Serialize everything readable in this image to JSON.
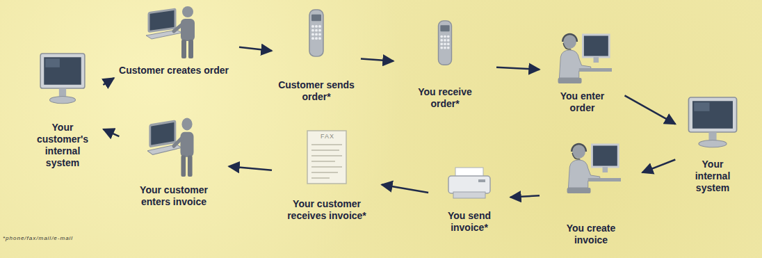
{
  "diagram": {
    "nodes": [
      {
        "text": [
          "Your customer's internal system"
        ]
      },
      {
        "text": [
          "Customer creates order"
        ]
      },
      {
        "text": [
          "Customer sends order*"
        ]
      },
      {
        "text": [
          "You receive order*"
        ]
      },
      {
        "text": [
          "You enter order"
        ]
      },
      {
        "text": [
          "Your internal system"
        ]
      },
      {
        "text": [
          "You create invoice"
        ]
      },
      {
        "text": [
          "You send invoice*"
        ]
      },
      {
        "text": [
          "Your customer receives invoice*"
        ]
      },
      {
        "text": [
          "Your customer enters invoice"
        ]
      }
    ],
    "edges": [
      {
        "from": 0,
        "to": 1,
        "arrow": "to"
      },
      {
        "from": 1,
        "to": 2,
        "arrow": "to"
      },
      {
        "from": 2,
        "to": 3,
        "arrow": "to"
      },
      {
        "from": 3,
        "to": 4,
        "arrow": "to"
      },
      {
        "from": 4,
        "to": 5,
        "arrow": "to"
      },
      {
        "from": 5,
        "to": 6,
        "arrow": "to"
      },
      {
        "from": 6,
        "to": 7,
        "arrow": "to"
      },
      {
        "from": 7,
        "to": 8,
        "arrow": "to"
      },
      {
        "from": 8,
        "to": 9,
        "arrow": "to"
      },
      {
        "from": 9,
        "to": 0,
        "arrow": "to"
      }
    ],
    "labels": [
      "*phone/fax/mail/e-mail",
      "FAX"
    ]
  }
}
